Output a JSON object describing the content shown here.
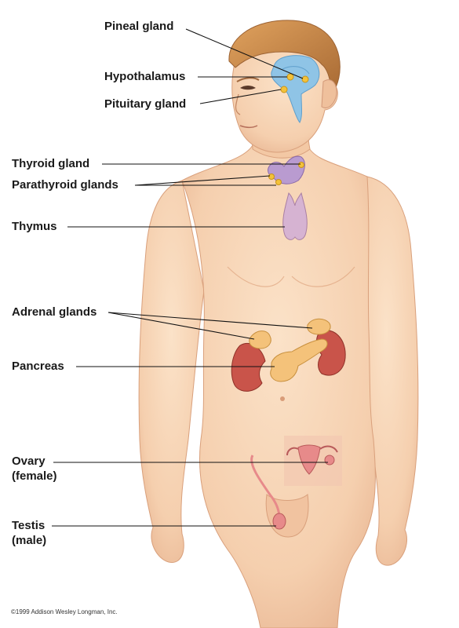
{
  "labels": {
    "pineal": "Pineal gland",
    "hypothalamus": "Hypothalamus",
    "pituitary": "Pituitary gland",
    "thyroid": "Thyroid gland",
    "parathyroid": "Parathyroid glands",
    "thymus": "Thymus",
    "adrenal": "Adrenal glands",
    "pancreas": "Pancreas",
    "ovary_line1": "Ovary",
    "ovary_line2": "(female)",
    "testis_line1": "Testis",
    "testis_line2": "(male)"
  },
  "credit": "©1999 Addison Wesley Longman, Inc.",
  "colors": {
    "skin": "#f5cfae",
    "skin_shadow": "#e2ab85",
    "hair": "#c98a4a",
    "brain": "#8fc4e6",
    "gland_dot": "#f3c23a",
    "thyroid": "#b99bd0",
    "thymus": "#d6b3d2",
    "kidney": "#c9544a",
    "adrenal_pancreas": "#f4c27a",
    "reproductive": "#e78a8a"
  }
}
